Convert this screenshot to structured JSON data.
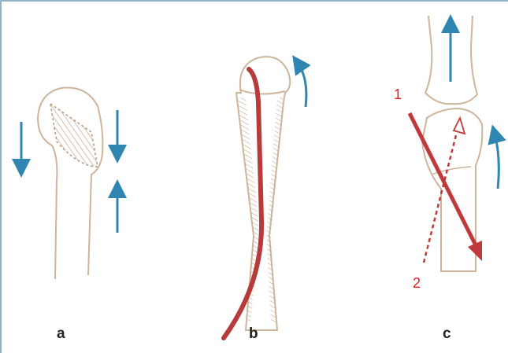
{
  "figure": {
    "panels": [
      {
        "label": "a"
      },
      {
        "label": "b"
      },
      {
        "label": "c"
      }
    ],
    "markers": {
      "one": "1",
      "two": "2"
    },
    "colors": {
      "bone_outline": "#cdb59c",
      "hatch": "#b89a7e",
      "arrow_blue": "#2f86b0",
      "arrow_red": "#c0393b",
      "wire_red": "#b73b3a",
      "frame": "#8fb3c7",
      "marker_text": "#e02020"
    }
  }
}
